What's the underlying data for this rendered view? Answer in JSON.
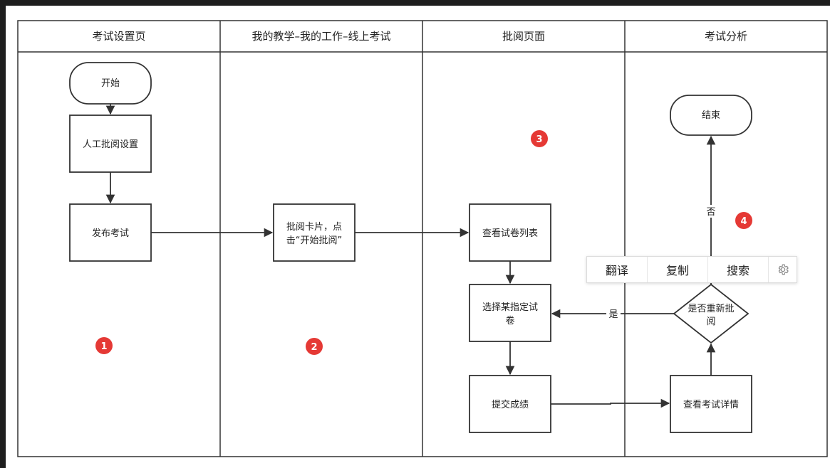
{
  "lanes": [
    {
      "title": "考试设置页"
    },
    {
      "title": "我的教学–我的工作–线上考试"
    },
    {
      "title": "批阅页面"
    },
    {
      "title": "考试分析"
    }
  ],
  "nodes": {
    "start": "开始",
    "manual_review_settings": "人工批阅设置",
    "publish_exam": "发布考试",
    "review_card": [
      "批阅卡片，点",
      "击“开始批阅”"
    ],
    "view_paper_list": "查看试卷列表",
    "select_paper": [
      "选择某指定试",
      "卷"
    ],
    "submit_score": "提交成绩",
    "view_exam_detail": "查看考试详情",
    "re_review_decision": [
      "是否重新批",
      "阅"
    ],
    "end": "结束"
  },
  "edge_labels": {
    "yes": "是",
    "no": "否"
  },
  "badges": [
    "1",
    "2",
    "3",
    "4"
  ],
  "context_menu": {
    "translate": "翻译",
    "copy": "复制",
    "search": "搜索",
    "settings_icon": "gear-icon"
  },
  "colors": {
    "badge": "#e53935",
    "line": "#333333",
    "background": "#1e1e1e"
  }
}
